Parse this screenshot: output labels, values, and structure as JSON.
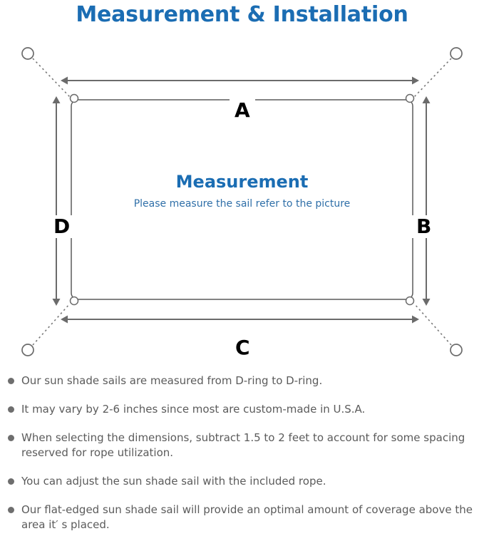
{
  "page": {
    "title": "Measurement & Installation",
    "title_color": "#1B6DB3",
    "background": "#ffffff"
  },
  "diagram": {
    "center": {
      "heading": "Measurement",
      "subheading": "Please measure the sail refer to the picture",
      "heading_color": "#1B6DB3",
      "subheading_color": "#2F6FA8"
    },
    "dimension_labels": {
      "top": "A",
      "right": "B",
      "bottom": "C",
      "left": "D"
    },
    "line_color": "#6B6B6B",
    "sail_edge_color": "#5A5A5A",
    "anchor_count": 4,
    "d_ring_count": 4
  },
  "notes": [
    {
      "text": "Our sun shade sails are measured from D-ring to D-ring."
    },
    {
      "text": "It may vary by 2-6 inches since most are custom-made in U.S.A."
    },
    {
      "text": "When selecting the dimensions, subtract 1.5 to 2 feet to account for some spacing reserved for rope utilization."
    },
    {
      "text": "You can adjust the sun shade sail with the included rope."
    },
    {
      "text": "Our flat-edged sun shade sail will provide an optimal amount of coverage above the area it′ s placed."
    }
  ]
}
